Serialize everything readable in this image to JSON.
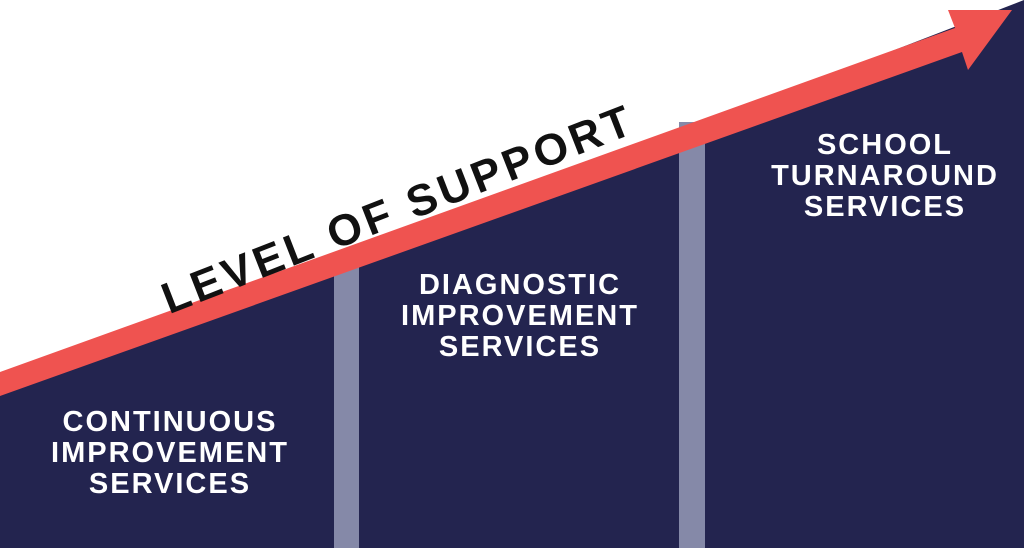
{
  "title": "LEVEL OF SUPPORT",
  "colors": {
    "navy": "#23244f",
    "arrow_red": "#ef5350",
    "divider_gray": "#8589a8",
    "background": "#ffffff",
    "title_text": "#111111",
    "label_text": "#ffffff"
  },
  "tiers": [
    {
      "label": "CONTINUOUS\nIMPROVEMENT\nSERVICES"
    },
    {
      "label": "DIAGNOSTIC\nIMPROVEMENT\nSERVICES"
    },
    {
      "label": "SCHOOL\nTURNAROUND\nSERVICES"
    }
  ]
}
